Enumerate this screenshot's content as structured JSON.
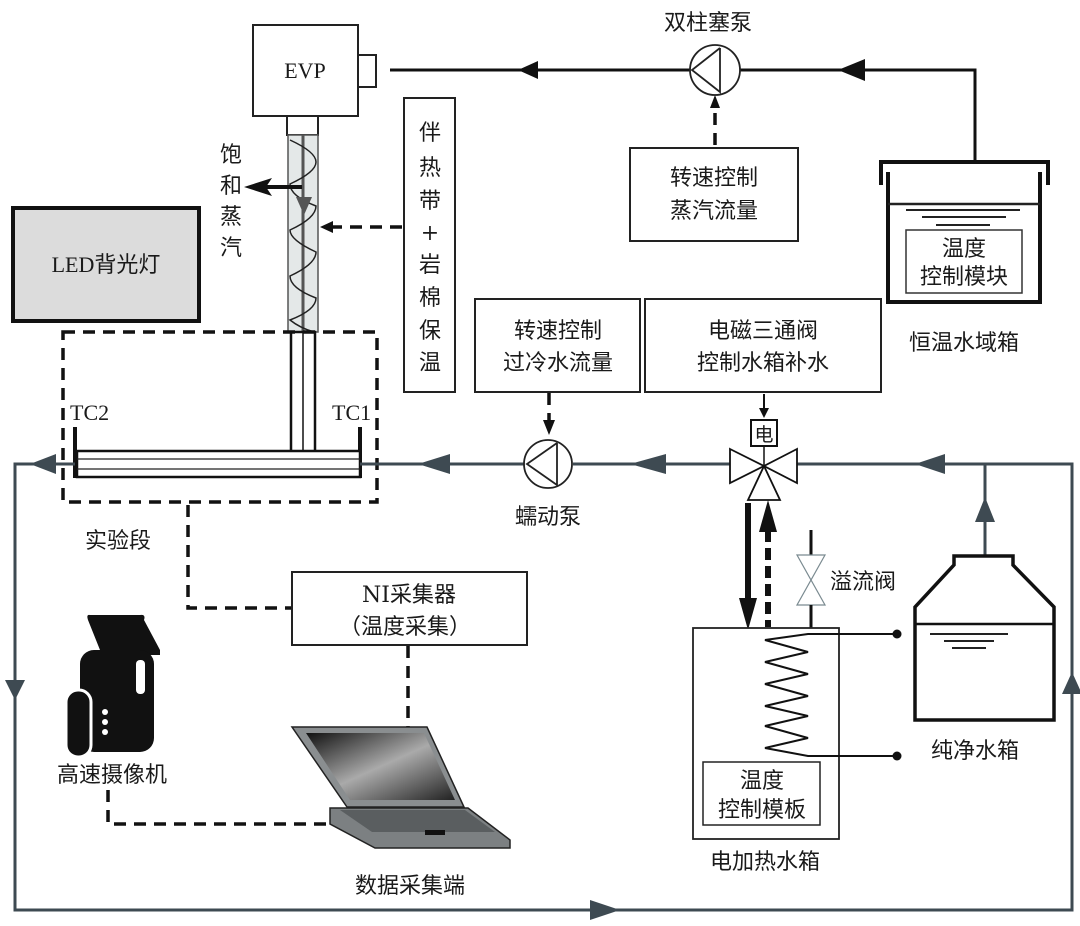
{
  "title": "Experimental system schematic",
  "components": {
    "evp": {
      "label": "EVP"
    },
    "dual_plunger_pump": {
      "label": "双柱塞泵"
    },
    "steam_flow_control": {
      "line1": "转速控制",
      "line2": "蒸汽流量"
    },
    "constant_temp_bath": {
      "label": "恒温水域箱",
      "module_line1": "温度",
      "module_line2": "控制模块"
    },
    "saturated_steam": {
      "chars": [
        "饱",
        "和",
        "蒸",
        "汽"
      ]
    },
    "heat_tape": {
      "chars": [
        "伴",
        "热",
        "带",
        "+",
        "岩",
        "棉",
        "保",
        "温"
      ]
    },
    "led_backlight": {
      "label": "LED背光灯"
    },
    "subcooled_flow_control": {
      "line1": "转速控制",
      "line2": "过冷水流量"
    },
    "solenoid_valve_control": {
      "line1": "电磁三通阀",
      "line2": "控制水箱补水"
    },
    "solenoid_symbol": {
      "label": "电"
    },
    "thermocouple_1": {
      "label": "TC1"
    },
    "thermocouple_2": {
      "label": "TC2"
    },
    "peristaltic_pump": {
      "label": "蠕动泵"
    },
    "test_section": {
      "label": "实验段"
    },
    "overflow_valve": {
      "label": "溢流阀"
    },
    "pure_water_tank": {
      "label": "纯净水箱"
    },
    "ni_daq": {
      "line1": "NI采集器",
      "line2": "（温度采集）"
    },
    "high_speed_camera": {
      "label": "高速摄像机"
    },
    "data_terminal": {
      "label": "数据采集端"
    },
    "electric_heater_tank": {
      "label": "电加热水箱",
      "module_line1": "温度",
      "module_line2": "控制模板"
    }
  },
  "colors": {
    "flow_line": "#3e4a52",
    "steam_line": "#111111",
    "led_fill": "#dcdcdc",
    "tube_fill": "#e4e8e8"
  }
}
